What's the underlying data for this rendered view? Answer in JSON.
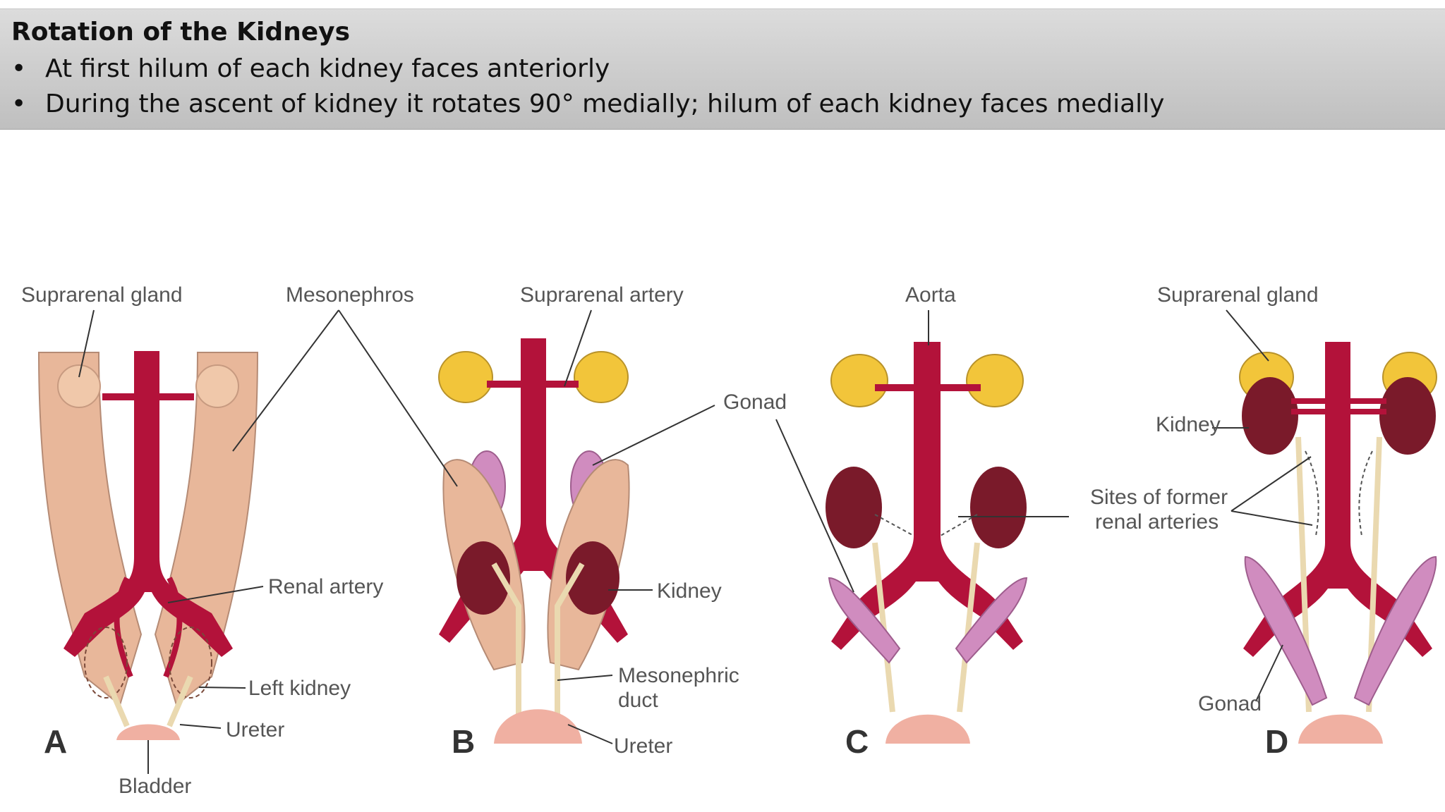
{
  "header": {
    "title": "Rotation of the Kidneys",
    "bullets": [
      "At first hilum of each kidney faces anteriorly",
      "During the ascent of  kidney it rotates 90° medially; hilum of each kidney  faces medially"
    ]
  },
  "figure": {
    "panels": [
      "A",
      "B",
      "C",
      "D"
    ],
    "labels": {
      "suprarenal_gland_a": "Suprarenal gland",
      "mesonephros": "Mesonephros",
      "suprarenal_artery": "Suprarenal artery",
      "aorta": "Aorta",
      "suprarenal_gland_d": "Suprarenal gland",
      "gonad_b": "Gonad",
      "kidney_d": "Kidney",
      "sites_line1": "Sites of former",
      "sites_line2": "renal arteries",
      "renal_artery": "Renal artery",
      "kidney_b": "Kidney",
      "left_kidney": "Left kidney",
      "mesonephric_line1": "Mesonephric",
      "mesonephric_line2": "duct",
      "ureter_a": "Ureter",
      "ureter_b": "Ureter",
      "gonad_d": "Gonad",
      "bladder": "Bladder"
    },
    "colors": {
      "artery": "#b3123a",
      "mesonephros": "#e8b79a",
      "suprarenal": "#f2c53a",
      "kidney": "#7a1a2a",
      "gonad": "#d08cbf",
      "ureter": "#ead9b0",
      "bladder": "#f0b0a2"
    }
  }
}
